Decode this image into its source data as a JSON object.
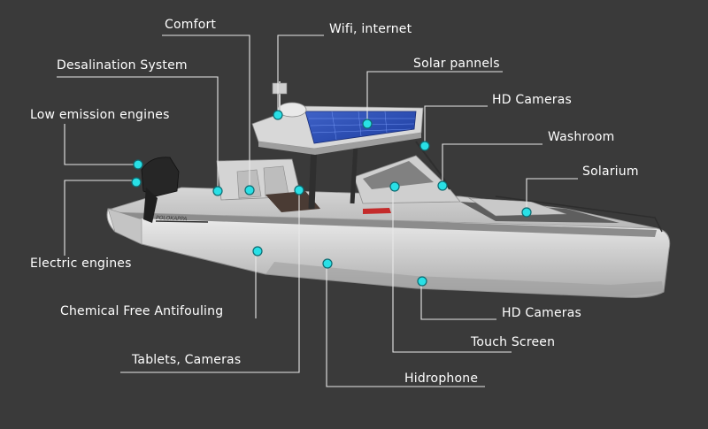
{
  "diagram": {
    "accent_color": "#29e0e6",
    "background_color": "#3a3a3a",
    "boat_name": "POLOKAPPA",
    "callouts": [
      {
        "id": "comfort",
        "label": "Comfort"
      },
      {
        "id": "wifi",
        "label": "Wifi, internet"
      },
      {
        "id": "desalination",
        "label": "Desalination System"
      },
      {
        "id": "solar",
        "label": "Solar pannels"
      },
      {
        "id": "hd-cameras-top",
        "label": "HD Cameras"
      },
      {
        "id": "low-emission",
        "label": "Low emission engines"
      },
      {
        "id": "washroom",
        "label": "Washroom"
      },
      {
        "id": "solarium",
        "label": "Solarium"
      },
      {
        "id": "electric",
        "label": "Electric engines"
      },
      {
        "id": "antifouling",
        "label": "Chemical Free Antifouling"
      },
      {
        "id": "hd-cameras-bottom",
        "label": "HD Cameras"
      },
      {
        "id": "touch",
        "label": "Touch Screen"
      },
      {
        "id": "tablets",
        "label": "Tablets, Cameras"
      },
      {
        "id": "hidrophone",
        "label": "Hidrophone"
      }
    ]
  }
}
